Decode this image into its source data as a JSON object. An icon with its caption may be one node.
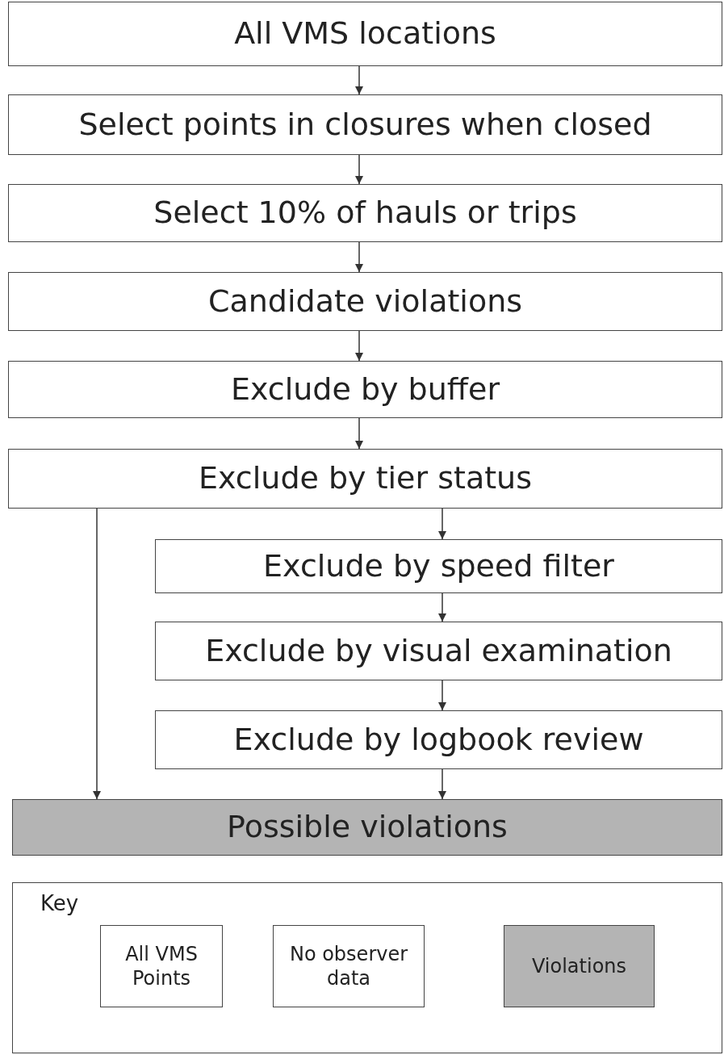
{
  "diagram": {
    "nodes": [
      {
        "text": [
          "All VMS locations"
        ]
      },
      {
        "text": [
          "Select points in closures when closed"
        ]
      },
      {
        "text": [
          "Select 10% of hauls or trips"
        ]
      },
      {
        "text": [
          "Candidate violations"
        ]
      },
      {
        "text": [
          "Exclude by buffer"
        ]
      },
      {
        "text": [
          "Exclude by tier status"
        ]
      },
      {
        "text": [
          "Exclude by speed filter"
        ]
      },
      {
        "text": [
          "Exclude by visual examination"
        ]
      },
      {
        "text": [
          "Exclude by logbook review"
        ]
      },
      {
        "text": [
          "Possible violations"
        ]
      },
      {
        "text": [
          "Key"
        ]
      },
      {
        "text": [
          "All VMS Points"
        ],
        "in": 10
      },
      {
        "text": [
          "No observer data"
        ],
        "in": 10
      },
      {
        "text": [
          "Violations"
        ],
        "in": 10
      }
    ],
    "edges": [
      {
        "from": 0,
        "to": 1,
        "arrow": "to"
      },
      {
        "from": 1,
        "to": 2,
        "arrow": "to"
      },
      {
        "from": 2,
        "to": 3,
        "arrow": "to"
      },
      {
        "from": 3,
        "to": 4,
        "arrow": "to"
      },
      {
        "from": 4,
        "to": 5,
        "arrow": "to"
      },
      {
        "from": 5,
        "to": 6,
        "arrow": "to"
      },
      {
        "from": 6,
        "to": 7,
        "arrow": "to"
      },
      {
        "from": 7,
        "to": 8,
        "arrow": "to"
      },
      {
        "from": 8,
        "to": 9,
        "arrow": "to"
      },
      {
        "from": 5,
        "to": 9,
        "arrow": "to"
      }
    ]
  }
}
